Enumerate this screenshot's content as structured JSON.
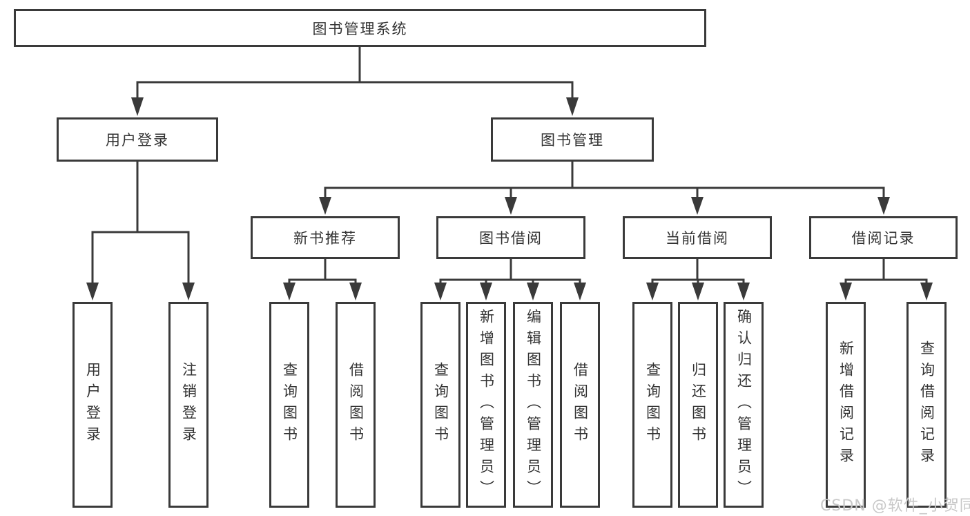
{
  "tree": {
    "root": {
      "label": "图书管理系统"
    },
    "branches": [
      {
        "label": "用户登录",
        "leaves": [
          "用户登录",
          "注销登录"
        ]
      },
      {
        "label": "图书管理",
        "groups": [
          {
            "label": "新书推荐",
            "leaves": [
              "查询图书",
              "借阅图书"
            ]
          },
          {
            "label": "图书借阅",
            "leaves": [
              "查询图书",
              "新增图书（管理员）",
              "编辑图书（管理员）",
              "借阅图书"
            ]
          },
          {
            "label": "当前借阅",
            "leaves": [
              "查询图书",
              "归还图书",
              "确认归还（管理员）"
            ]
          },
          {
            "label": "借阅记录",
            "leaves": [
              "新增借阅记录",
              "查询借阅记录"
            ]
          }
        ]
      }
    ]
  },
  "watermark": {
    "text": "CSDN @软件_小贺同学"
  },
  "colors": {
    "line": "#3a3a3a",
    "text": "#333333",
    "watermark": "#c8c8c8",
    "background": "#ffffff"
  }
}
